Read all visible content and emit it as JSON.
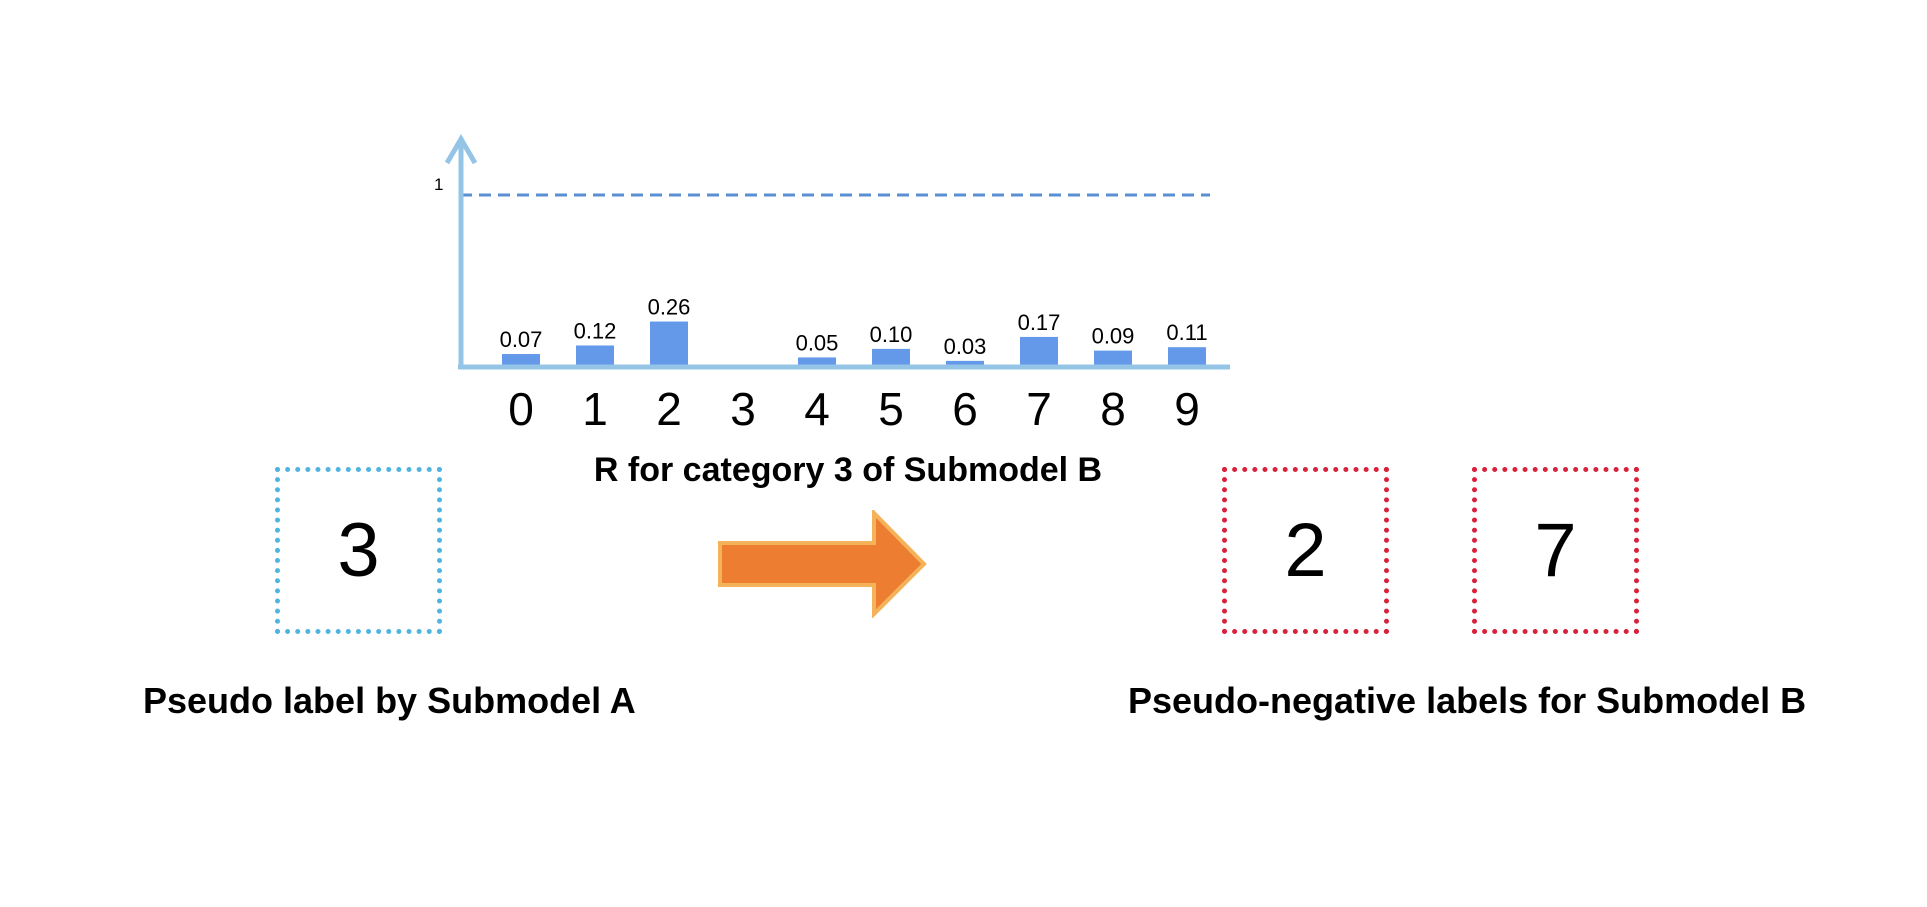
{
  "chart_data": {
    "type": "bar",
    "categories": [
      "0",
      "1",
      "2",
      "3",
      "4",
      "5",
      "6",
      "7",
      "8",
      "9"
    ],
    "values": [
      0.07,
      0.12,
      0.26,
      null,
      0.05,
      0.1,
      0.03,
      0.17,
      0.09,
      0.11
    ],
    "data_labels": [
      "0.07",
      "0.12",
      "0.26",
      "",
      "0.05",
      "0.10",
      "0.03",
      "0.17",
      "0.09",
      "0.11"
    ],
    "title": "R for category 3 of Submodel B",
    "ylim": [
      0,
      1
    ],
    "reference_line": {
      "value": 1,
      "label": "1",
      "style": "dashed"
    },
    "bar_color": "#6399e8",
    "axis_color": "#94c5e6",
    "grid": false
  },
  "pseudo_label": {
    "value": "3",
    "caption": "Pseudo label by Submodel A",
    "border_color": "#4fb4e0"
  },
  "arrow": {
    "fill_color": "#ed7d31",
    "stroke_color": "#f4b35a"
  },
  "negative_labels": {
    "values": [
      "2",
      "7"
    ],
    "caption": "Pseudo-negative labels for Submodel B",
    "border_color": "#d8213a"
  }
}
